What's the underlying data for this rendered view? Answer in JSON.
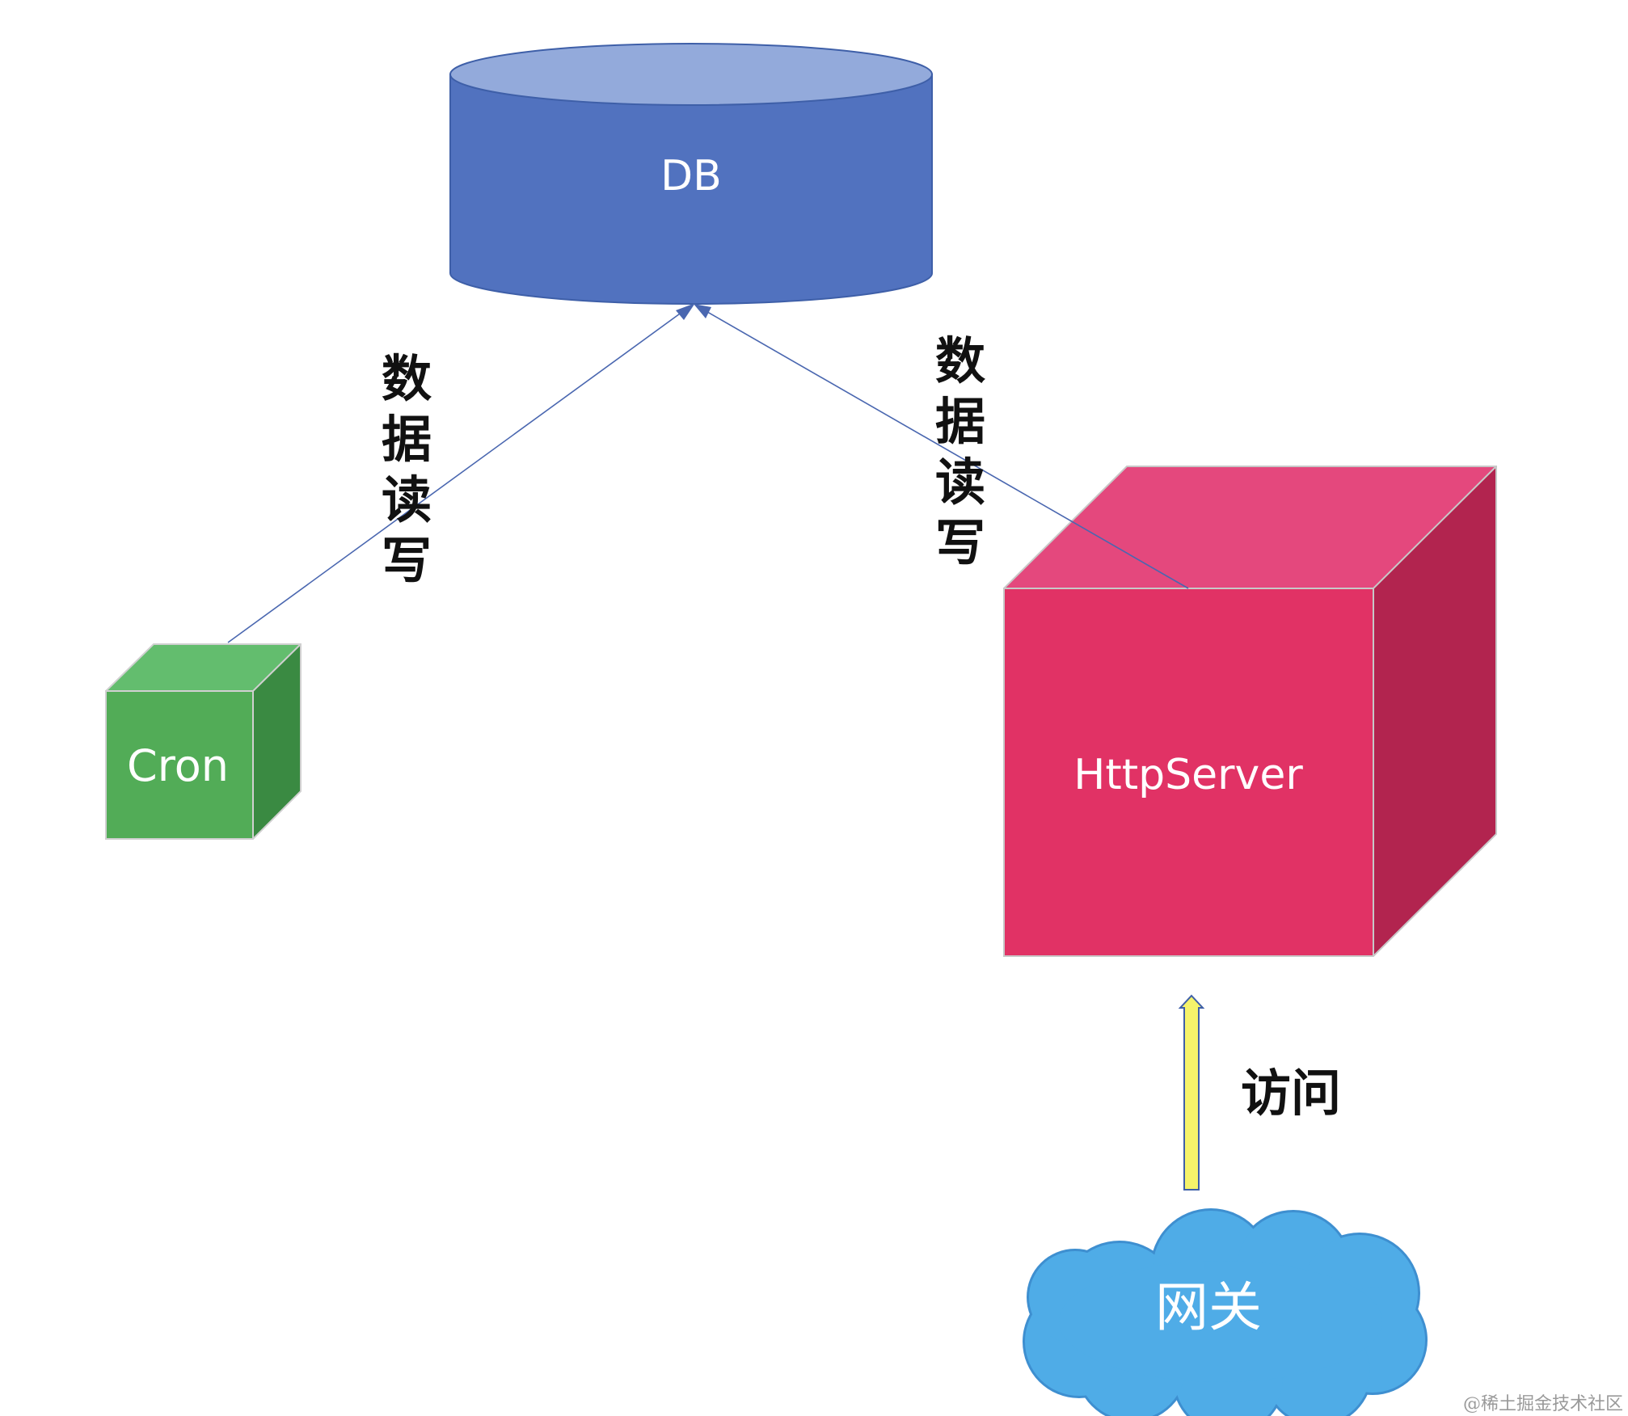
{
  "nodes": {
    "db": {
      "label": "DB",
      "color_body": "#5172BF",
      "color_top": "#93AADB",
      "color_stroke": "#3E5FA8"
    },
    "cron": {
      "label": "Cron",
      "color_front": "#52AC57",
      "color_top": "#63BD6E",
      "color_side": "#3A8A42"
    },
    "httpserver": {
      "label": "HttpServer",
      "color_front": "#E13265",
      "color_top": "#E4487D",
      "color_side": "#B2244F"
    },
    "gateway": {
      "label": "网关",
      "color_fill": "#4FACE7",
      "color_stroke": "#3E8FD0"
    }
  },
  "edges": {
    "cron_db": {
      "label": "数据读写",
      "color": "#4A67B0"
    },
    "http_db": {
      "label": "数据读写",
      "color": "#4A67B0"
    },
    "gateway_http": {
      "label": "访问",
      "color_fill": "#F5F36A",
      "color_stroke": "#3E5FA8"
    }
  },
  "watermark": "@稀土掘金技术社区"
}
